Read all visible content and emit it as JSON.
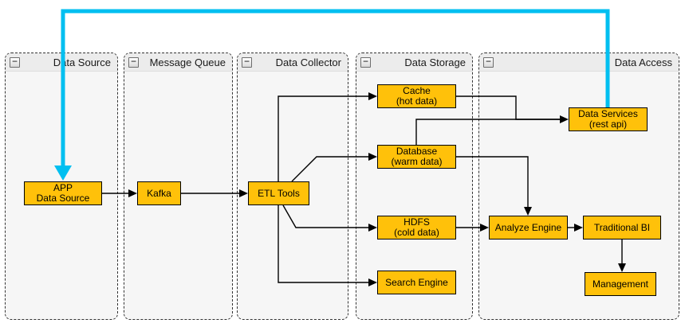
{
  "colors": {
    "accent": "#00BFF0",
    "node_fill": "#FFC10A",
    "node_border": "#000000",
    "group_header_bg": "#ECECEC",
    "group_body_bg": "#F6F6F6"
  },
  "icons": {
    "collapse": "−"
  },
  "groups": [
    {
      "title": "Data Source"
    },
    {
      "title": "Message Queue"
    },
    {
      "title": "Data Collector"
    },
    {
      "title": "Data Storage"
    },
    {
      "title": "Data Access"
    }
  ],
  "nodes": {
    "app_source": {
      "line1": "APP",
      "line2": "Data Source"
    },
    "kafka": {
      "line1": "Kafka"
    },
    "etl": {
      "line1": "ETL Tools"
    },
    "cache": {
      "line1": "Cache",
      "line2": "(hot data)"
    },
    "database": {
      "line1": "Database",
      "line2": "(warm data)"
    },
    "hdfs": {
      "line1": "HDFS",
      "line2": "(cold data)"
    },
    "search": {
      "line1": "Search Engine"
    },
    "data_services": {
      "line1": "Data Services",
      "line2": "(rest api)"
    },
    "analyze": {
      "line1": "Analyze Engine"
    },
    "bi": {
      "line1": "Traditional BI"
    },
    "management": {
      "line1": "Management"
    }
  },
  "edges": [
    {
      "from": "app-data-source",
      "to": "kafka"
    },
    {
      "from": "kafka",
      "to": "etl-tools"
    },
    {
      "from": "etl-tools",
      "to": "cache"
    },
    {
      "from": "etl-tools",
      "to": "database"
    },
    {
      "from": "etl-tools",
      "to": "hdfs"
    },
    {
      "from": "etl-tools",
      "to": "search-engine"
    },
    {
      "from": "cache",
      "to": "data-services"
    },
    {
      "from": "database",
      "to": "data-services"
    },
    {
      "from": "database",
      "to": "analyze-engine"
    },
    {
      "from": "hdfs",
      "to": "analyze-engine"
    },
    {
      "from": "analyze-engine",
      "to": "traditional-bi"
    },
    {
      "from": "traditional-bi",
      "to": "management"
    },
    {
      "from": "data-services",
      "to": "app-data-source",
      "color": "#00BFF0"
    }
  ]
}
